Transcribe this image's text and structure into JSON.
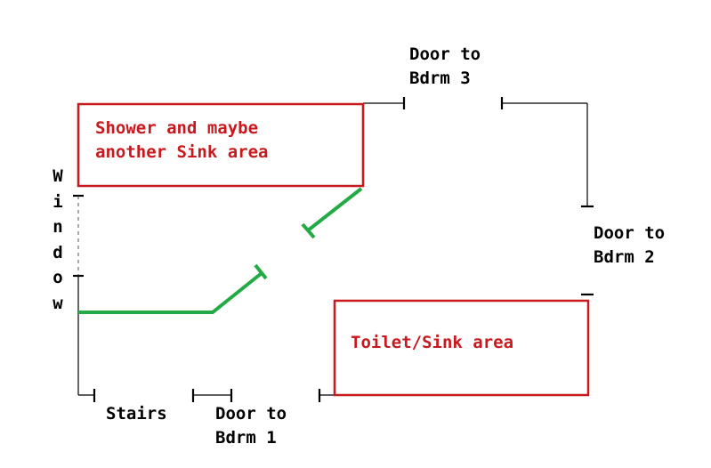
{
  "labels": {
    "door_bdrm3": [
      "Door to",
      "Bdrm 3"
    ],
    "door_bdrm2": [
      "Door to",
      "Bdrm 2"
    ],
    "door_bdrm1": [
      "Door to",
      "Bdrm 1"
    ],
    "stairs": "Stairs",
    "window_letters": [
      "W",
      "i",
      "n",
      "d",
      "o",
      "w"
    ],
    "shower_area": [
      "Shower and maybe",
      "another Sink area"
    ],
    "toilet_area": "Toilet/Sink area"
  },
  "colors": {
    "room_outline": "#c8191e",
    "door_swing": "#22aa44",
    "wall": "#000000",
    "window_dashed": "#555555"
  }
}
